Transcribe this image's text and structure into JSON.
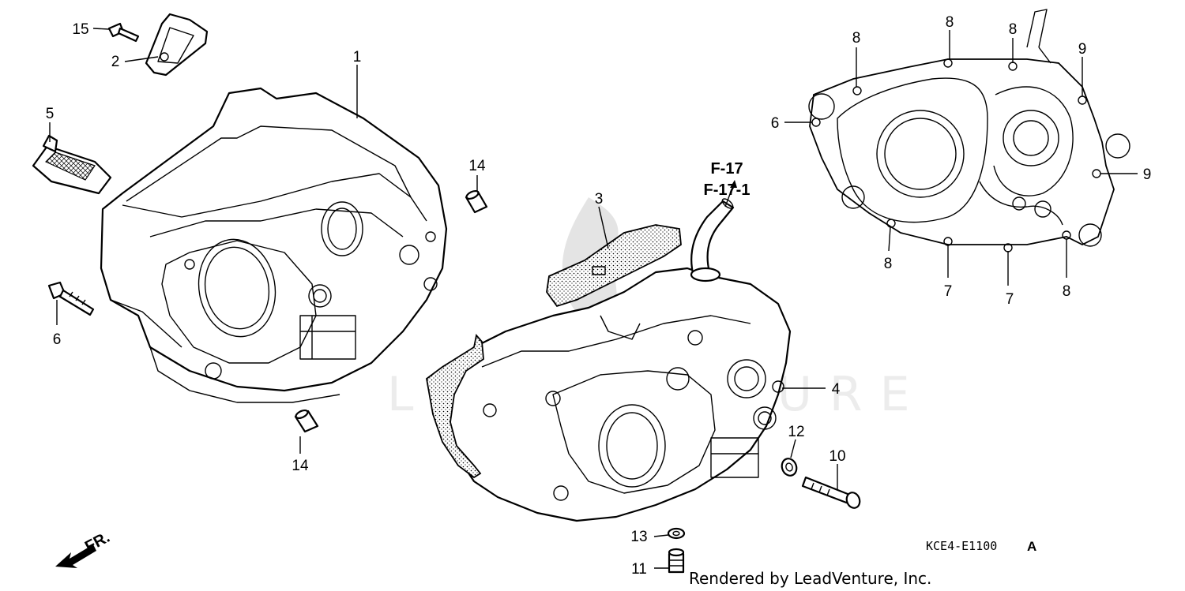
{
  "callouts": {
    "c1": "1",
    "c2": "2",
    "c3": "3",
    "c4": "4",
    "c5": "5",
    "c6a": "6",
    "c6b": "6",
    "c7a": "7",
    "c7b": "7",
    "c8a": "8",
    "c8b": "8",
    "c8c": "8",
    "c8d": "8",
    "c8e": "8",
    "c9a": "9",
    "c9b": "9",
    "c10": "10",
    "c11": "11",
    "c12": "12",
    "c13": "13",
    "c14a": "14",
    "c14b": "14",
    "c15": "15"
  },
  "references": {
    "ref1": "F-17",
    "ref2": "F-17-1"
  },
  "direction": {
    "label": "FR."
  },
  "diagram_code": "KCE4-E1100",
  "diagram_code_suffix": "A",
  "credit": "Rendered by LeadVenture, Inc.",
  "watermark": "LEADVENTURE"
}
